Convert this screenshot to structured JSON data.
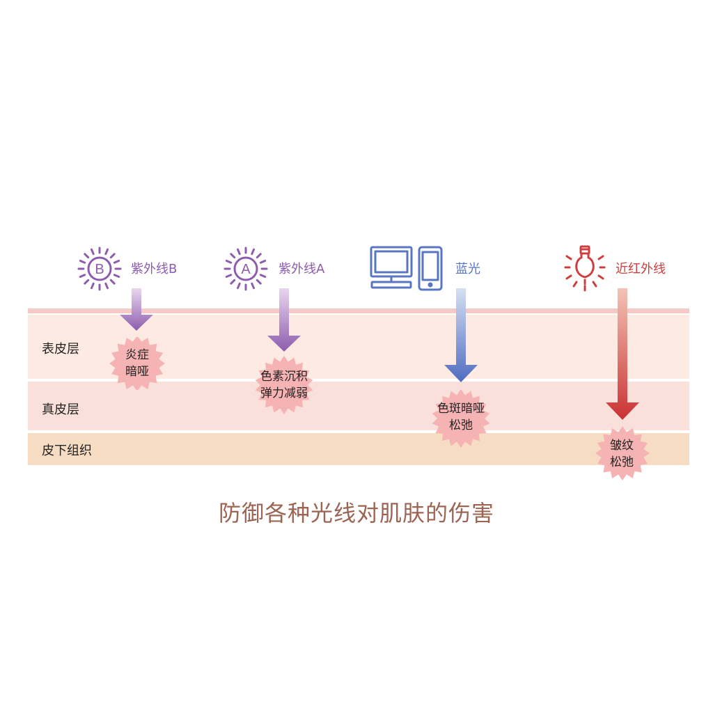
{
  "layers": {
    "epidermis": "表皮层",
    "dermis": "真皮层",
    "subcutis": "皮下组织"
  },
  "rays": [
    {
      "id": "uvb",
      "label": "紫外线B",
      "icon": "sun-b-icon",
      "icon_letter": "B",
      "color": "#8e5cae",
      "effect_lines": [
        "炎症",
        "暗哑"
      ]
    },
    {
      "id": "uva",
      "label": "紫外线A",
      "icon": "sun-a-icon",
      "icon_letter": "A",
      "color": "#8e5cae",
      "effect_lines": [
        "色素沉积",
        "弹力减弱"
      ]
    },
    {
      "id": "blue",
      "label": "蓝光",
      "icon": "computer-phone-icon",
      "color": "#5a76c2",
      "effect_lines": [
        "色斑暗哑",
        "松弛"
      ]
    },
    {
      "id": "ir",
      "label": "近红外线",
      "icon": "light-bulb-icon",
      "color": "#cf3e3e",
      "effect_lines": [
        "皱纹",
        "松弛"
      ]
    }
  ],
  "caption": "防御各种光线对肌肤的伤害",
  "colors": {
    "purple": "#8e5cae",
    "blue": "#5a76c2",
    "red": "#cf3e3e",
    "burst": "#f6b3b3",
    "caption": "#9c6452"
  }
}
